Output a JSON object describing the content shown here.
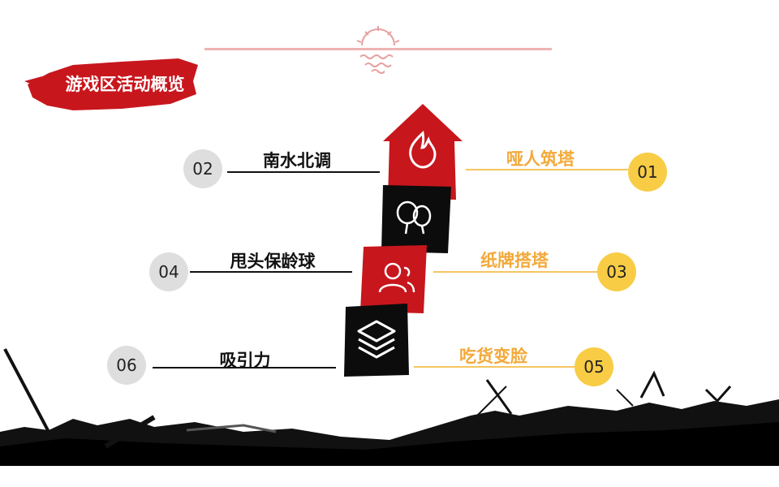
{
  "slide": {
    "title": "游戏区活动概览"
  },
  "items": [
    {
      "number": "01",
      "label": "哑人筑塔",
      "side": "right",
      "icon": "flame-icon"
    },
    {
      "number": "02",
      "label": "南水北调",
      "side": "left"
    },
    {
      "number": "03",
      "label": "纸牌搭塔",
      "side": "right",
      "icon": "users-icon"
    },
    {
      "number": "04",
      "label": "甩头保龄球",
      "side": "left",
      "icon": "balloons-icon"
    },
    {
      "number": "05",
      "label": "吃货变脸",
      "side": "right"
    },
    {
      "number": "06",
      "label": "吸引力",
      "side": "left",
      "icon": "layers-icon"
    }
  ],
  "colors": {
    "red": "#c8161d",
    "black": "#0c0c0c",
    "gold": "#f3a93a",
    "gold_badge": "#f8cc45",
    "gray_badge": "#dedede"
  }
}
